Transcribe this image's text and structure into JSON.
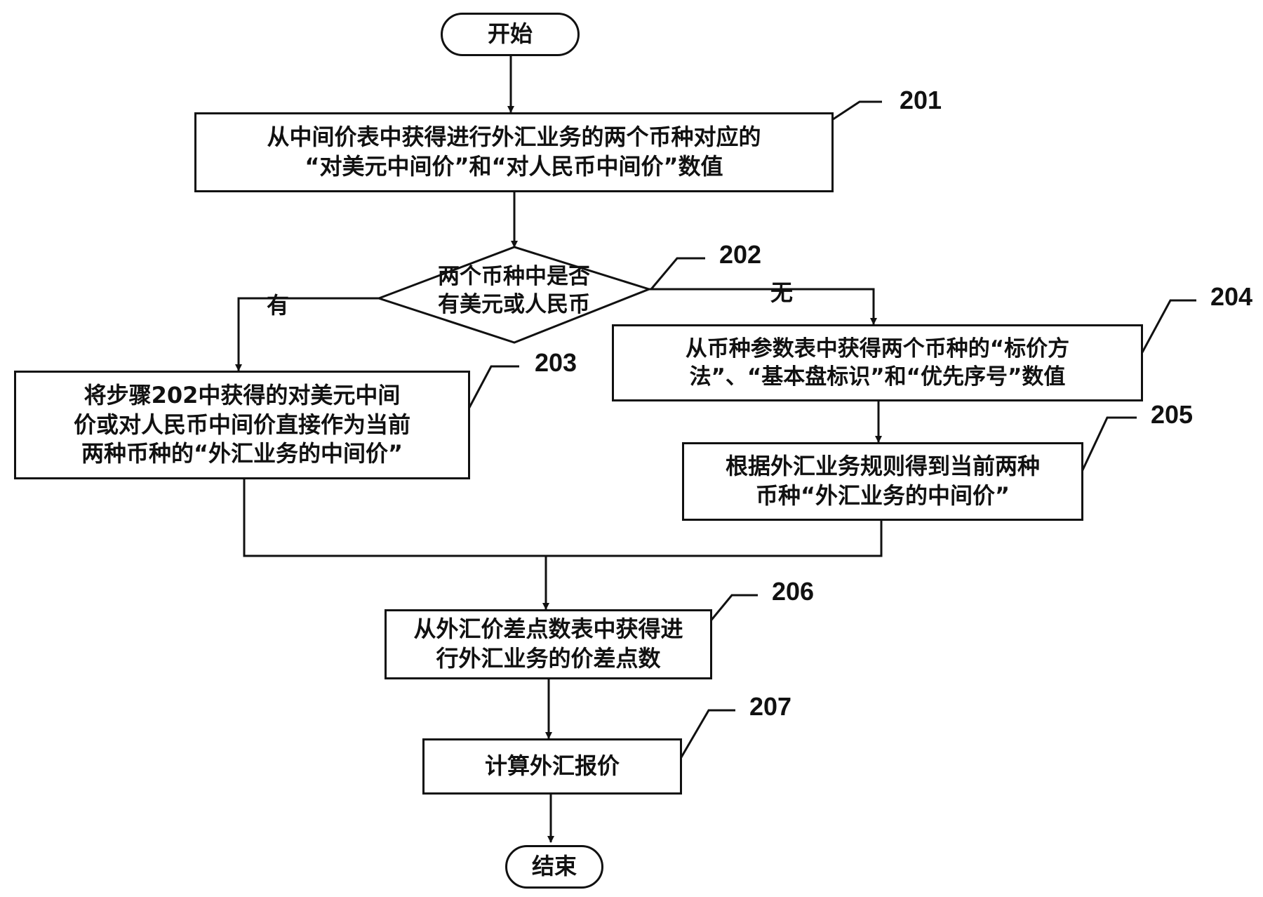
{
  "nodes": {
    "start": "开始",
    "s201": [
      "从中间价表中获得进行外汇业务的两个币种对应的",
      "“对美元中间价”和“对人民币中间价”数值"
    ],
    "s202": [
      "两个币种中是否",
      "有美元或人民币"
    ],
    "s203": [
      "将步骤202中获得的对美元中间",
      "价或对人民币中间价直接作为当前",
      "两种币种的“外汇业务的中间价”"
    ],
    "s204": [
      "从币种参数表中获得两个币种的“标价方",
      "法”、“基本盘标识”和“优先序号”数值"
    ],
    "s205": [
      "根据外汇业务规则得到当前两种",
      "币种“外汇业务的中间价”"
    ],
    "s206": [
      "从外汇价差点数表中获得进",
      "行外汇业务的价差点数"
    ],
    "s207": "计算外汇报价",
    "end": "结束"
  },
  "branches": {
    "yes": "有",
    "no": "无"
  },
  "step_numbers": {
    "n201": "201",
    "n202": "202",
    "n203": "203",
    "n204": "204",
    "n205": "205",
    "n206": "206",
    "n207": "207"
  }
}
